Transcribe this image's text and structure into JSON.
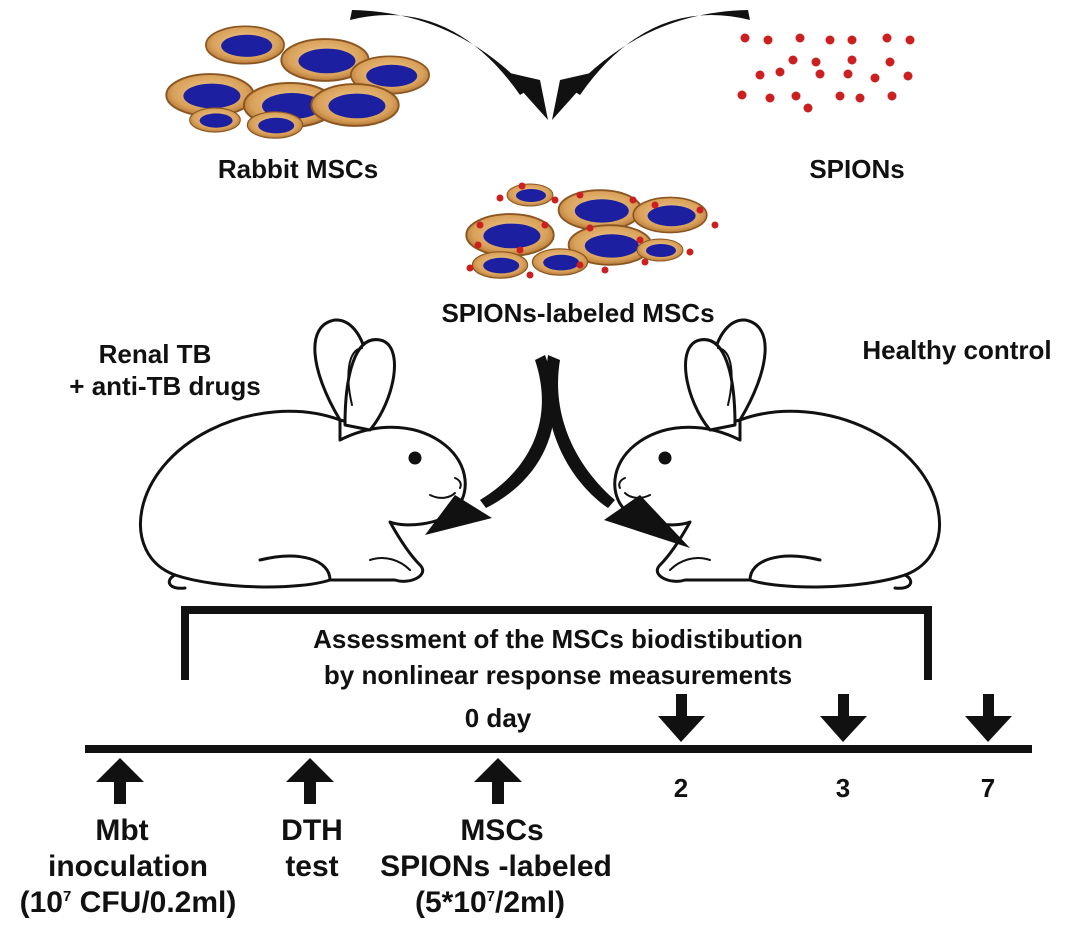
{
  "sources": {
    "rabbit_mscs_label": "Rabbit MSCs",
    "spions_label": "SPIONs",
    "labeled_mscs_label": "SPIONs-labeled MSCs"
  },
  "groups": {
    "left_line1": "Renal TB",
    "left_line2": "+ anti-TB drugs",
    "right_label": "Healthy control"
  },
  "assessment": {
    "line1": "Assessment of the MSCs biodistibution",
    "line2": "by nonlinear response measurements"
  },
  "timeline": {
    "zero_day": "0 day",
    "days": [
      "2",
      "3",
      "7"
    ],
    "events": {
      "mbt": {
        "line1": "Mbt",
        "line2": "inoculation",
        "line3_pre": "(10",
        "line3_sup": "7",
        "line3_post": " CFU/0.2ml)"
      },
      "dth": {
        "line1": "DTH",
        "line2": "test"
      },
      "mscs": {
        "line1": "MSCs",
        "line2": "SPIONs -labeled",
        "line3_pre": "(5*10",
        "line3_sup": "7",
        "line3_post": "/2ml)"
      }
    }
  },
  "colors": {
    "cell_body": "#d9a15a",
    "cell_rim": "#b27236",
    "nucleus": "#1b1fa0",
    "particle": "#cc1f1f",
    "ink": "#111111"
  }
}
